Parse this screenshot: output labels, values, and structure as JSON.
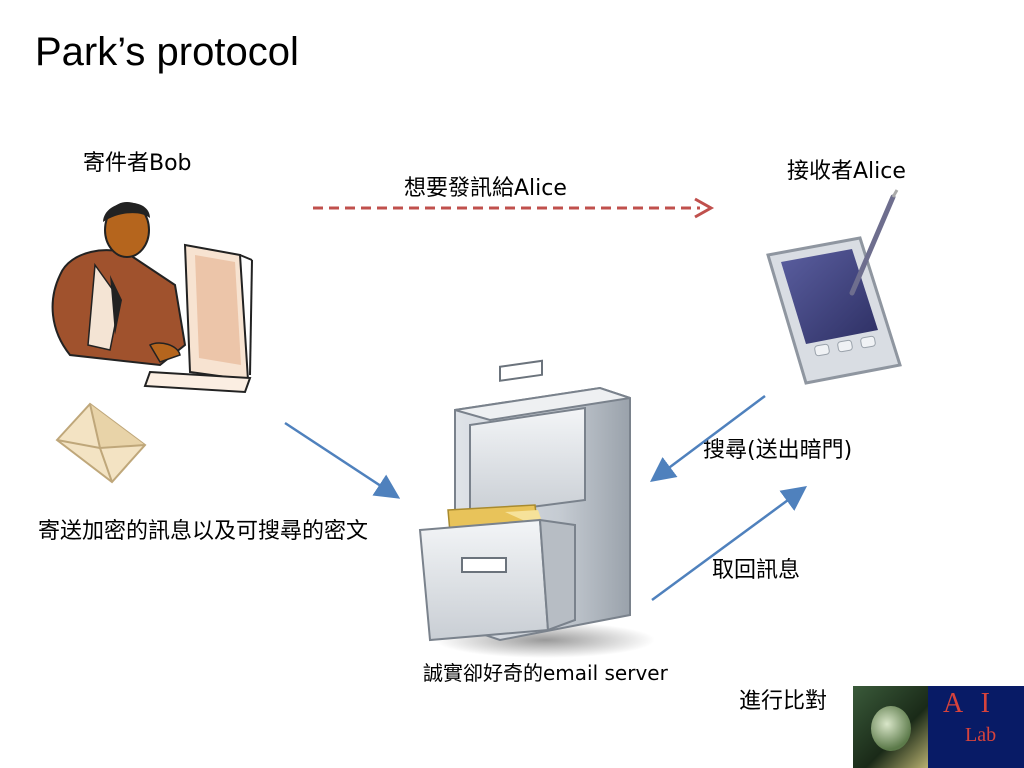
{
  "slide": {
    "title": "Park’s protocol"
  },
  "labels": {
    "sender": "寄件者Bob",
    "receiver": "接收者Alice",
    "intent": "想要發訊給Alice",
    "send_encrypted": "寄送加密的訊息以及可搜尋的密文",
    "search": "搜尋(送出暗門)",
    "retrieve": "取回訊息",
    "server": "誠實卻好奇的email server",
    "compare": "進行比對"
  },
  "logo": {
    "text_top": "A I",
    "text_bottom": "Lab"
  },
  "colors": {
    "intent_arrow": "#c0504d",
    "flow_arrow": "#4f81bd"
  }
}
